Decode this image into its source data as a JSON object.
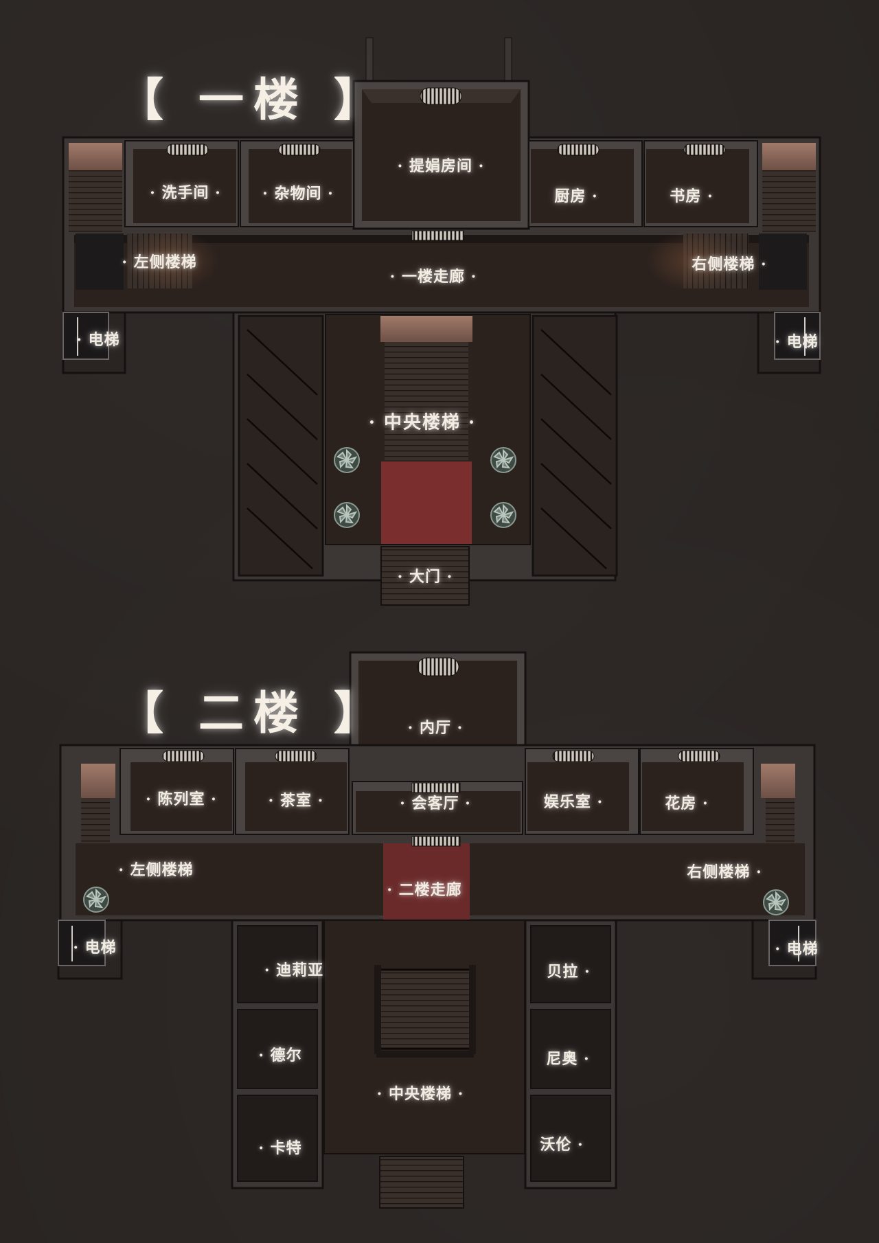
{
  "floors": [
    {
      "title": "【 一楼 】",
      "rooms": {
        "tihe_room": "提娟房间",
        "washroom": "洗手间",
        "storage": "杂物间",
        "kitchen": "厨房",
        "study": "书房",
        "left_stairs": "左侧楼梯",
        "right_stairs": "右侧楼梯",
        "corridor": "一楼走廊",
        "elevator_left": "电梯",
        "elevator_right": "电梯",
        "central_stairs": "中央楼梯",
        "main_door": "大门"
      }
    },
    {
      "title": "【 二楼 】",
      "rooms": {
        "inner_hall": "内厅",
        "exhibition": "陈列室",
        "tea_room": "茶室",
        "reception": "会客厅",
        "recreation": "娱乐室",
        "flower_room": "花房",
        "left_stairs": "左侧楼梯",
        "right_stairs": "右侧楼梯",
        "corridor": "二楼走廊",
        "elevator_left": "电梯",
        "elevator_right": "电梯",
        "delia": "迪莉亚",
        "del": "德尔",
        "carter": "卡特",
        "bella": "贝拉",
        "nio": "尼奥",
        "volun": "沃伦",
        "central_stairs": "中央楼梯"
      }
    }
  ],
  "colors": {
    "background": "#2a2523",
    "wall": "#4a4542",
    "floor": "#2b211d",
    "carpet": "#7a2e2e",
    "label": "#f2ece2"
  },
  "icons": [
    "window-grille-icon",
    "plant-icon",
    "stairs-icon",
    "elevator-icon"
  ]
}
